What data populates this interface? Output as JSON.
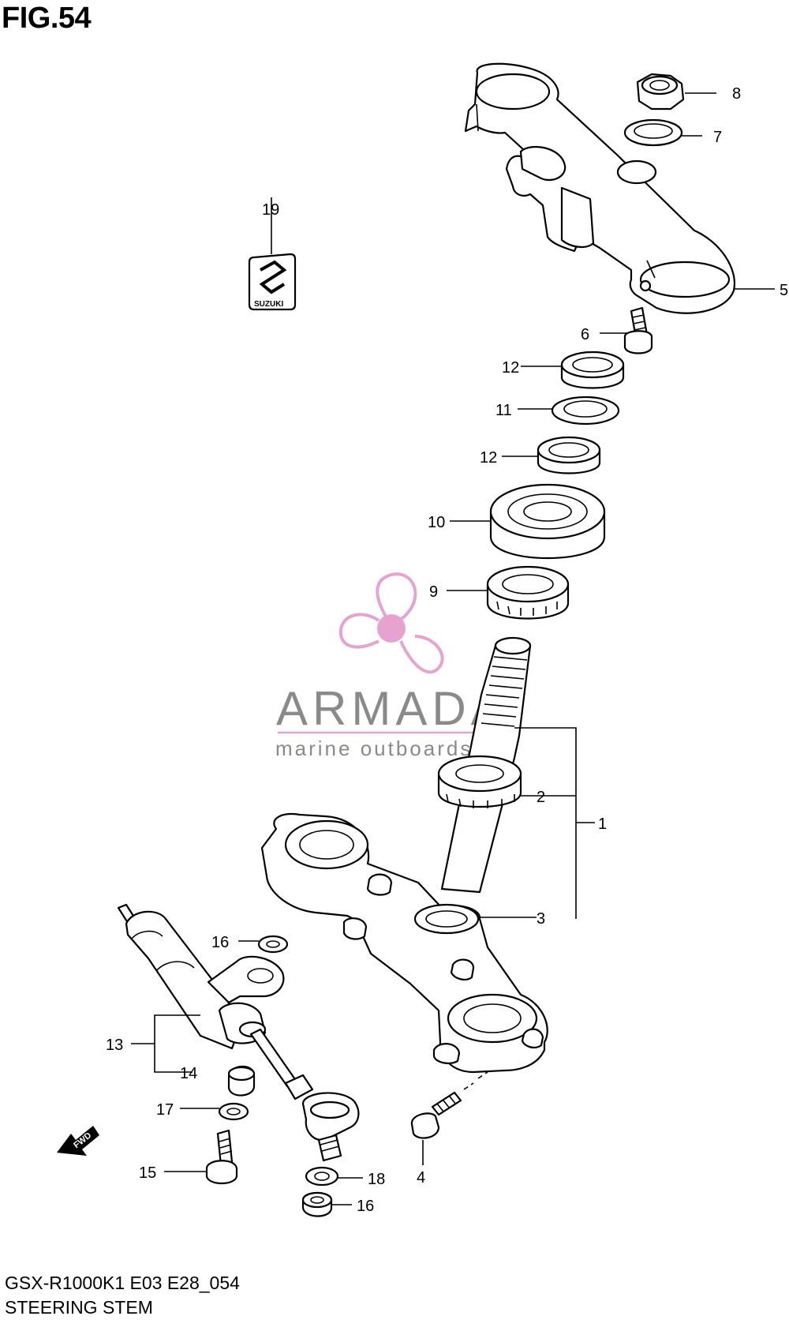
{
  "figure": {
    "title": "FIG.54",
    "model_code": "GSX-R1000K1 E03 E28_054",
    "section_name": "STEERING STEM"
  },
  "watermark": {
    "brand": "ARMADA",
    "tagline": "marine outboards",
    "accent_color": "#e7a3cf"
  },
  "logo": {
    "text": "SUZUKI"
  },
  "fwd_marker": {
    "text": "FWD"
  },
  "callouts": [
    {
      "id": "c1",
      "label": "1"
    },
    {
      "id": "c2",
      "label": "2"
    },
    {
      "id": "c3",
      "label": "3"
    },
    {
      "id": "c4",
      "label": "4"
    },
    {
      "id": "c5",
      "label": "5"
    },
    {
      "id": "c6",
      "label": "6"
    },
    {
      "id": "c7",
      "label": "7"
    },
    {
      "id": "c8",
      "label": "8"
    },
    {
      "id": "c9",
      "label": "9"
    },
    {
      "id": "c10",
      "label": "10"
    },
    {
      "id": "c11",
      "label": "11"
    },
    {
      "id": "c12a",
      "label": "12"
    },
    {
      "id": "c12b",
      "label": "12"
    },
    {
      "id": "c13",
      "label": "13"
    },
    {
      "id": "c14",
      "label": "14"
    },
    {
      "id": "c15",
      "label": "15"
    },
    {
      "id": "c16a",
      "label": "16"
    },
    {
      "id": "c16b",
      "label": "16"
    },
    {
      "id": "c17",
      "label": "17"
    },
    {
      "id": "c18",
      "label": "18"
    },
    {
      "id": "c19",
      "label": "19"
    }
  ]
}
